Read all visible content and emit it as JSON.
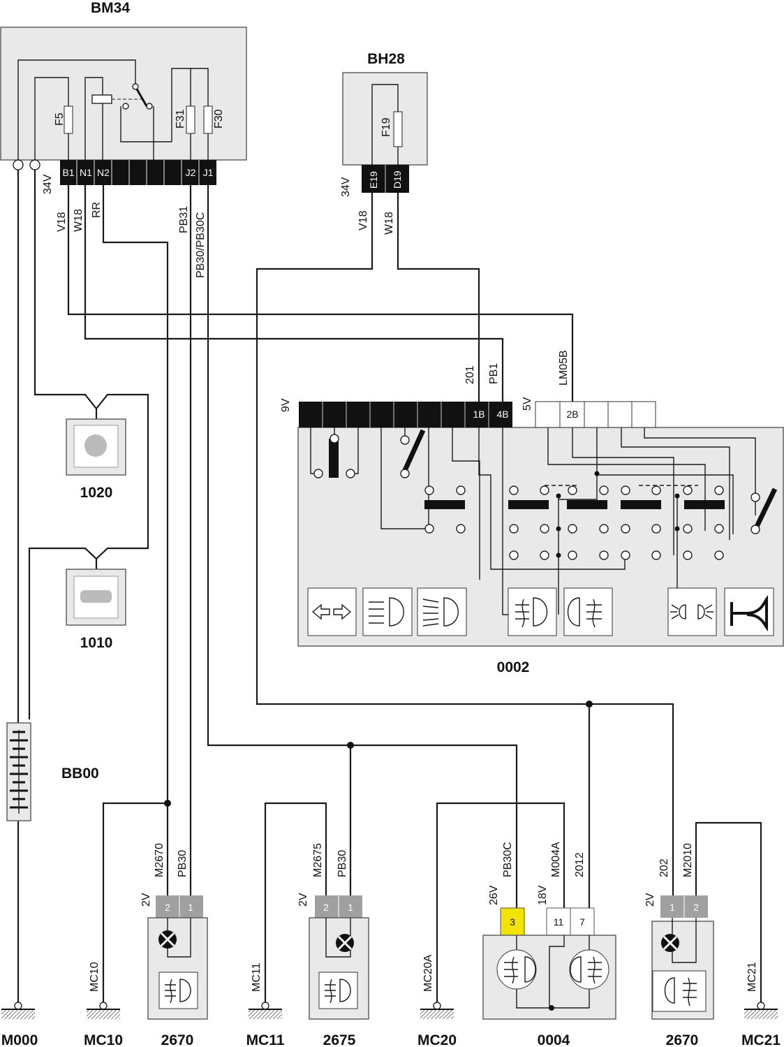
{
  "colors": {
    "module_fill": "#e9e9e9",
    "connector_black": "#111111",
    "connector_gray": "#a0a0a0",
    "connector_yellow": "#f2e400",
    "wire": "#1a1a1a"
  },
  "bm34": {
    "title": "BM34",
    "fuses": [
      "F5",
      "F31",
      "F30"
    ],
    "pins": [
      "B1",
      "N1",
      "N2",
      "J2",
      "J1"
    ],
    "voltage": "34V",
    "wires": [
      "V18",
      "W18",
      "RR",
      "PB31",
      "PB30/PB30C"
    ]
  },
  "bh28": {
    "title": "BH28",
    "fuse": "F19",
    "pins": [
      "E19",
      "D19"
    ],
    "voltage": "34V",
    "wires": [
      "V18",
      "W18"
    ]
  },
  "c0002": {
    "title": "0002",
    "black_voltage": "9V",
    "black_pins": [
      "1B",
      "4B"
    ],
    "white_voltage": "5V",
    "white_pins": [
      "2B"
    ],
    "wires": [
      "201",
      "PB1",
      "LM05B"
    ],
    "icons": [
      "turn-signal-icon",
      "low-beam-icon",
      "high-beam-icon",
      "front-fog-icon",
      "rear-fog-icon",
      "position-light-icon",
      "horn-icon"
    ]
  },
  "c1020": {
    "title": "1020",
    "icon": "alternator-icon"
  },
  "c1010": {
    "title": "1010",
    "icon": "starter-motor-icon"
  },
  "bb00": {
    "title": "BB00",
    "icon": "battery-icon"
  },
  "grounds": {
    "m000": "M000",
    "mc10": "MC10",
    "mc11": "MC11",
    "mc20": "MC20",
    "mc21": "MC21"
  },
  "ground_wires": {
    "mc10": "MC10",
    "mc11": "MC11",
    "mc20": "MC20A",
    "mc21": "MC21"
  },
  "lamp2670a": {
    "title": "2670",
    "voltage": "2V",
    "pins": [
      "2",
      "1"
    ],
    "wires": [
      "M2670",
      "PB30"
    ]
  },
  "lamp2675": {
    "title": "2675",
    "voltage": "2V",
    "pins": [
      "2",
      "1"
    ],
    "wires": [
      "M2675",
      "PB30"
    ]
  },
  "c0004": {
    "title": "0004",
    "voltages": [
      "26V",
      "18V"
    ],
    "pins": [
      "3",
      "11",
      "7"
    ],
    "wires": [
      "PB30C",
      "M004A",
      "2012"
    ]
  },
  "lamp2670b": {
    "title": "2670",
    "voltage": "2V",
    "pins": [
      "1",
      "2"
    ],
    "wires": [
      "202",
      "M2010"
    ]
  }
}
